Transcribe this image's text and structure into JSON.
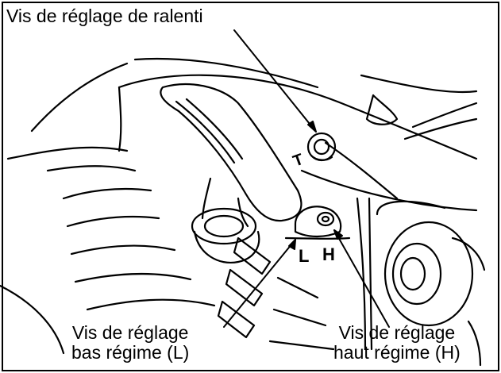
{
  "labels": {
    "idle": "Vis de réglage de ralenti",
    "low_line1": "Vis de réglage",
    "low_line2": "bas régime (L)",
    "high_line1": "Vis de réglage",
    "high_line2": "haut régime (H)"
  },
  "markings": {
    "t": "T",
    "l": "L",
    "h": "H"
  },
  "colors": {
    "ink": "#000000",
    "paper": "#ffffff"
  }
}
